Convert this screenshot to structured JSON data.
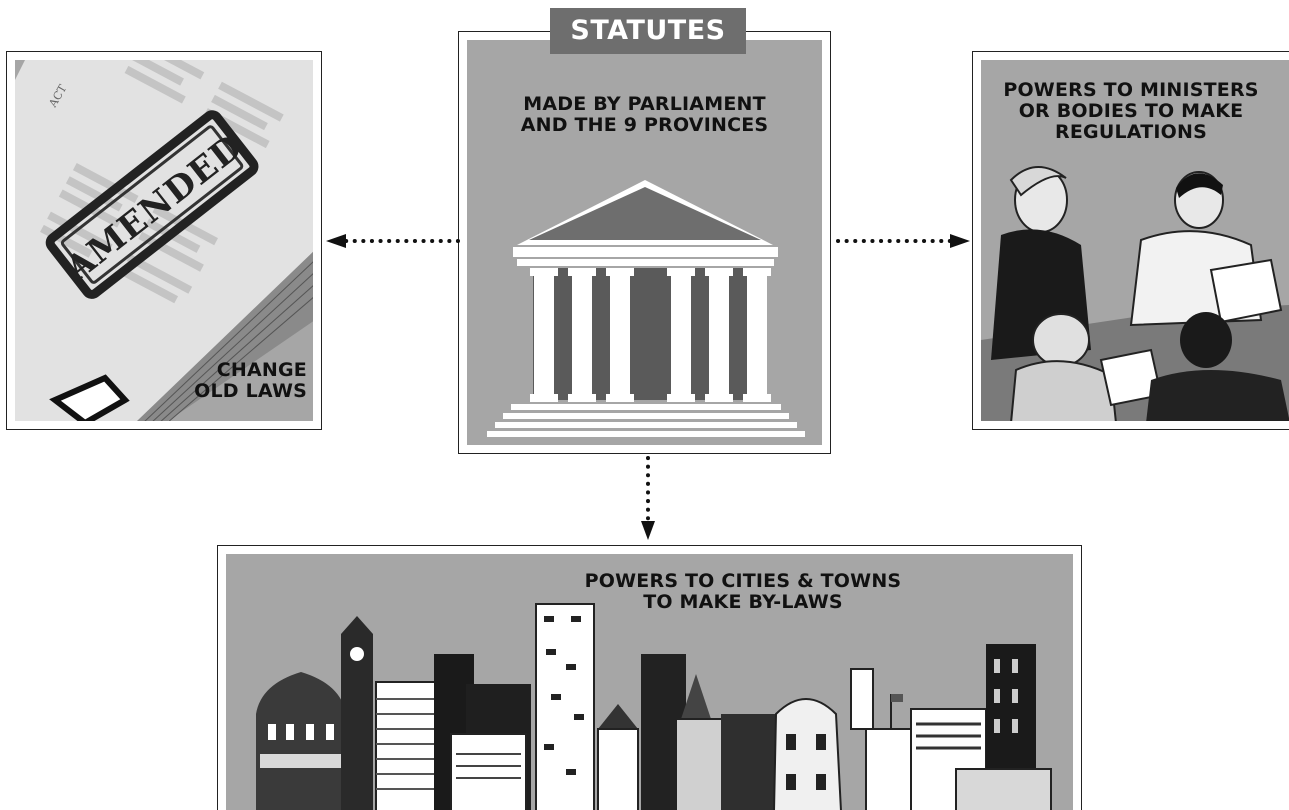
{
  "statutes": {
    "badge": "STATUTES",
    "caption_line1": "MADE BY PARLIAMENT",
    "caption_line2": "AND THE 9 PROVINCES"
  },
  "amend": {
    "caption_line1": "CHANGE",
    "caption_line2": "OLD LAWS",
    "stamp_text": "AMENDED",
    "page_header": "ACT"
  },
  "regulations": {
    "caption_line1": "POWERS TO MINISTERS",
    "caption_line2": "OR BODIES TO MAKE",
    "caption_line3": "REGULATIONS"
  },
  "bylaws": {
    "caption_line1": "POWERS TO CITIES & TOWNS",
    "caption_line2": "TO MAKE BY-LAWS"
  },
  "colors": {
    "panel_fill": "#a6a6a6",
    "badge_fill": "#6e6e6e",
    "line": "#111111"
  }
}
